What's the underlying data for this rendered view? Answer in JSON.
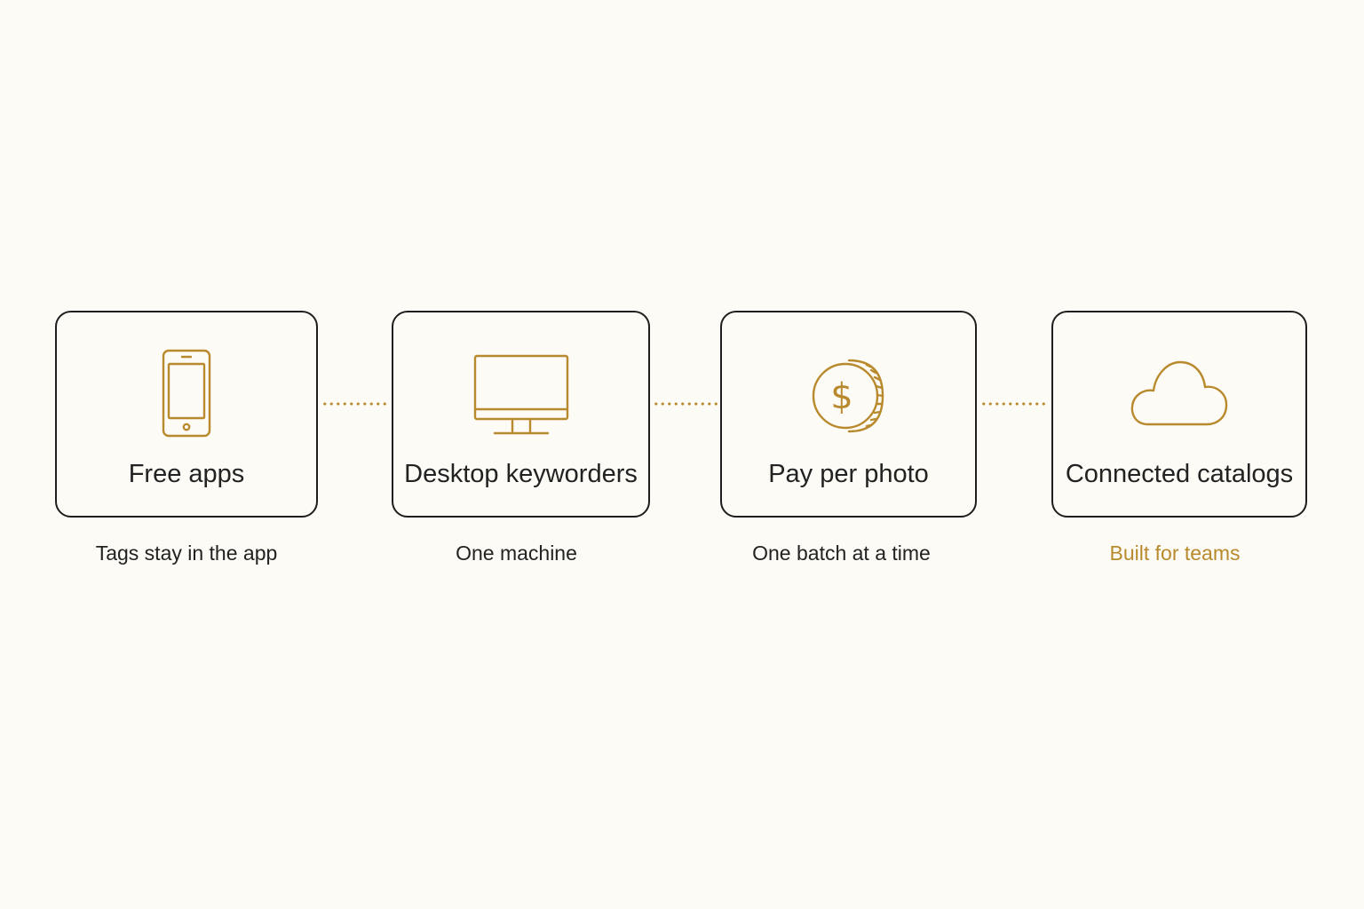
{
  "colors": {
    "background": "#fcfbf6",
    "border": "#1e1e1e",
    "text": "#222222",
    "accent": "#b98a2d"
  },
  "steps": [
    {
      "title": "Free apps",
      "caption": "Tags stay in the app",
      "icon": "smartphone-icon",
      "highlight": false
    },
    {
      "title": "Desktop keyworders",
      "caption": "One machine",
      "icon": "desktop-monitor-icon",
      "highlight": false
    },
    {
      "title": "Pay per photo",
      "caption": "One batch at a time",
      "icon": "dollar-coin-icon",
      "highlight": false
    },
    {
      "title": "Connected catalogs",
      "caption": "Built for teams",
      "icon": "cloud-icon",
      "highlight": true
    }
  ]
}
